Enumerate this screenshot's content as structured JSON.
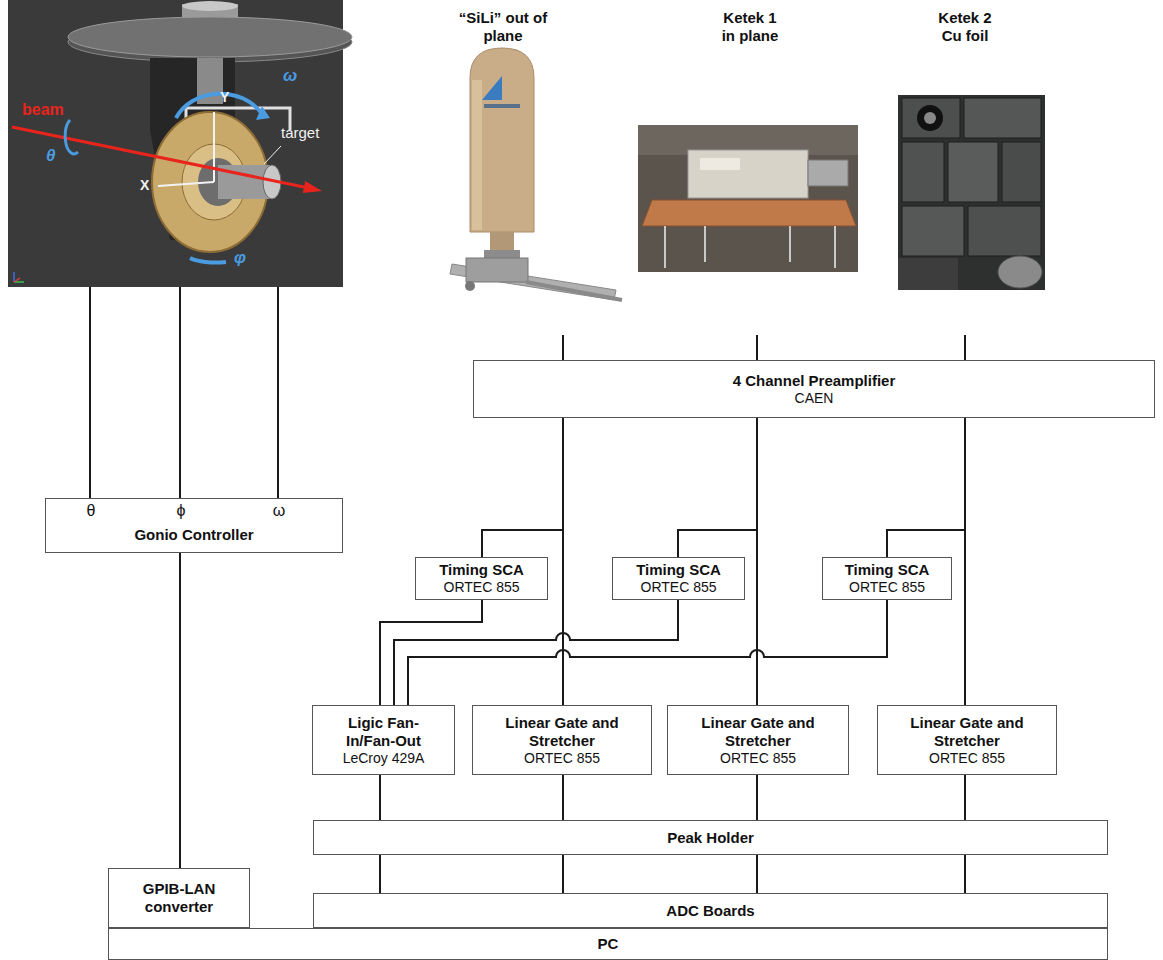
{
  "diagram": {
    "nodes": [
      {
        "text": [
          "beam",
          "target"
        ]
      },
      {
        "text": [
          "“SiLi” out of plane"
        ]
      },
      {
        "text": [
          "Ketek 1 in plane"
        ]
      },
      {
        "text": [
          "Ketek 2 Cu foil"
        ]
      },
      {
        "text": [
          "4 Channel Preamplifier",
          "CAEN"
        ]
      },
      {
        "text": [
          "θ",
          "ϕ",
          "ω",
          "Gonio Controller"
        ]
      },
      {
        "text": [
          "Timing SCA",
          "ORTEC 855"
        ]
      },
      {
        "text": [
          "Timing SCA",
          "ORTEC 855"
        ]
      },
      {
        "text": [
          "Timing SCA",
          "ORTEC 855"
        ]
      },
      {
        "text": [
          "Ligic Fan-In/Fan-Out",
          "LeCroy 429A"
        ]
      },
      {
        "text": [
          "Linear Gate and Stretcher",
          "ORTEC 855"
        ]
      },
      {
        "text": [
          "Linear Gate and Stretcher",
          "ORTEC 855"
        ]
      },
      {
        "text": [
          "Linear Gate and Stretcher",
          "ORTEC 855"
        ]
      },
      {
        "text": [
          "Peak Holder"
        ]
      },
      {
        "text": [
          "GPIB-LAN converter"
        ]
      },
      {
        "text": [
          "ADC Boards"
        ]
      },
      {
        "text": [
          "PC"
        ]
      }
    ],
    "edges": [
      {
        "from": 0,
        "to": 5,
        "arrow": "none"
      },
      {
        "from": 0,
        "to": 5,
        "arrow": "none"
      },
      {
        "from": 0,
        "to": 5,
        "arrow": "none"
      },
      {
        "from": 1,
        "to": 4,
        "arrow": "none"
      },
      {
        "from": 2,
        "to": 4,
        "arrow": "none"
      },
      {
        "from": 3,
        "to": 4,
        "arrow": "none"
      },
      {
        "from": 4,
        "to": 6,
        "arrow": "none"
      },
      {
        "from": 4,
        "to": 10,
        "arrow": "none"
      },
      {
        "from": 4,
        "to": 7,
        "arrow": "none"
      },
      {
        "from": 4,
        "to": 11,
        "arrow": "none"
      },
      {
        "from": 4,
        "to": 8,
        "arrow": "none"
      },
      {
        "from": 4,
        "to": 12,
        "arrow": "none"
      },
      {
        "from": 6,
        "to": 9,
        "arrow": "none"
      },
      {
        "from": 7,
        "to": 9,
        "arrow": "none"
      },
      {
        "from": 8,
        "to": 9,
        "arrow": "none"
      },
      {
        "from": 9,
        "to": 13,
        "arrow": "none"
      },
      {
        "from": 10,
        "to": 13,
        "arrow": "none"
      },
      {
        "from": 11,
        "to": 13,
        "arrow": "none"
      },
      {
        "from": 12,
        "to": 13,
        "arrow": "none"
      },
      {
        "from": 13,
        "to": 15,
        "arrow": "none"
      },
      {
        "from": 13,
        "to": 15,
        "arrow": "none"
      },
      {
        "from": 13,
        "to": 15,
        "arrow": "none"
      },
      {
        "from": 13,
        "to": 15,
        "arrow": "none"
      },
      {
        "from": 5,
        "to": 14,
        "arrow": "none"
      }
    ],
    "labels": [
      "θ",
      "ω",
      "φ",
      "X",
      "Y"
    ]
  }
}
